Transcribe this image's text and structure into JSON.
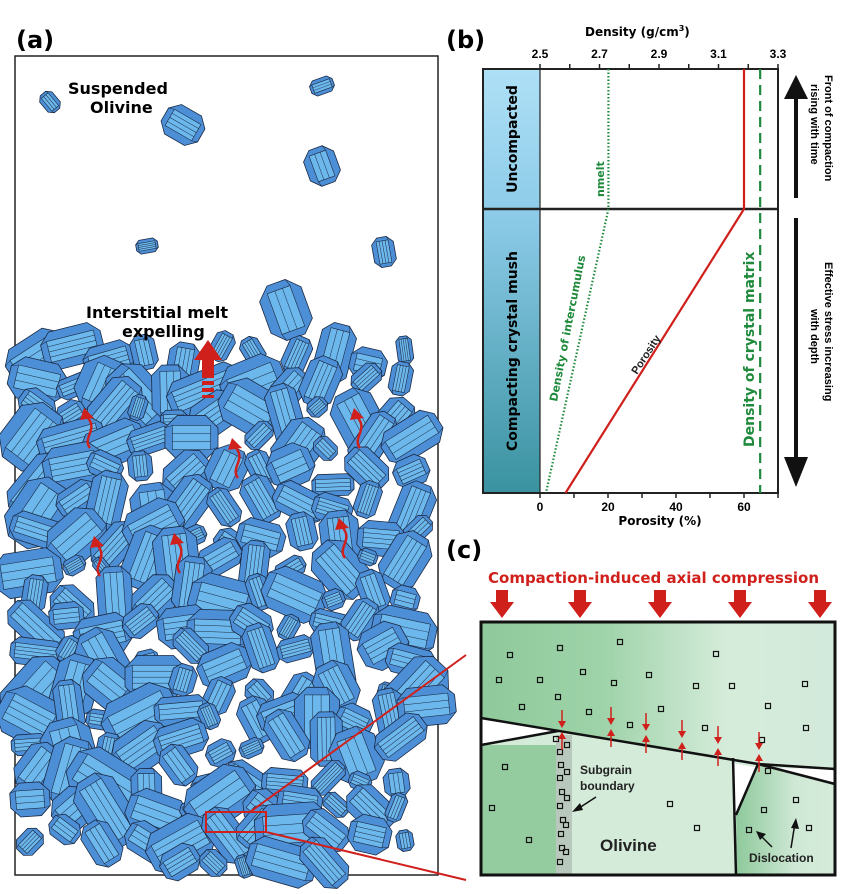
{
  "panel_a": {
    "label": "(a)",
    "suspended": [
      "Suspended",
      "Olivine"
    ],
    "interstitial": [
      "Interstitial melt",
      "expelling"
    ]
  },
  "panel_b": {
    "label": "(b)",
    "top_axis_title": "Density (g/cm",
    "top_axis_sup": "3",
    "top_axis_close": ")",
    "top_ticks": [
      "2.5",
      "2.7",
      "2.9",
      "3.1",
      "3.3"
    ],
    "bottom_axis_title": "Porosity (%)",
    "bottom_ticks": [
      "0",
      "20",
      "40",
      "60"
    ],
    "zone_top": "Uncompacted",
    "zone_bottom": "Compacting crystal mush",
    "curve_melt": "Density of intercumulus",
    "curve_melt_tail": "nmelt",
    "curve_matrix": "Density of crystal matrix",
    "curve_porosity": "Porosity",
    "right_top": [
      "Front of compaction",
      "rising with time"
    ],
    "right_bottom": [
      "Effective stress increasing",
      "with depth"
    ],
    "colors": {
      "melt": "#1f8a3c",
      "porosity": "#d0201c",
      "zone_top": "#a8d8f2",
      "zone_bottom": "#3f9aa8"
    }
  },
  "chart_data": {
    "type": "line",
    "x_top": {
      "label": "Density (g/cm3)",
      "range": [
        2.5,
        3.3
      ],
      "ticks": [
        2.5,
        2.7,
        2.9,
        3.1,
        3.3
      ]
    },
    "x_bottom": {
      "label": "Porosity (%)",
      "range": [
        0,
        70
      ],
      "ticks": [
        0,
        20,
        40,
        60
      ]
    },
    "series": [
      {
        "name": "Porosity",
        "axis": "bottom",
        "style": "solid",
        "points": [
          {
            "zone": "top",
            "value": 60
          },
          {
            "zone": "boundary",
            "value": 60
          },
          {
            "zone": "bottom",
            "value": 7.5
          }
        ]
      },
      {
        "name": "Density of intercumulus melt",
        "axis": "top",
        "style": "dotted",
        "points": [
          {
            "zone": "top",
            "value": 2.73
          },
          {
            "zone": "boundary",
            "value": 2.73
          },
          {
            "zone": "bottom",
            "value": 2.52
          }
        ]
      },
      {
        "name": "Density of crystal matrix",
        "axis": "top",
        "style": "dashed",
        "points": [
          {
            "zone": "top",
            "value": 3.24
          },
          {
            "zone": "bottom",
            "value": 3.24
          }
        ]
      }
    ]
  },
  "panel_c": {
    "label": "(c)",
    "title": "Compaction-induced axial compression",
    "subgrain": [
      "Subgrain",
      "boundary"
    ],
    "olivine": "Olivine",
    "dislocation": "Dislocation"
  }
}
